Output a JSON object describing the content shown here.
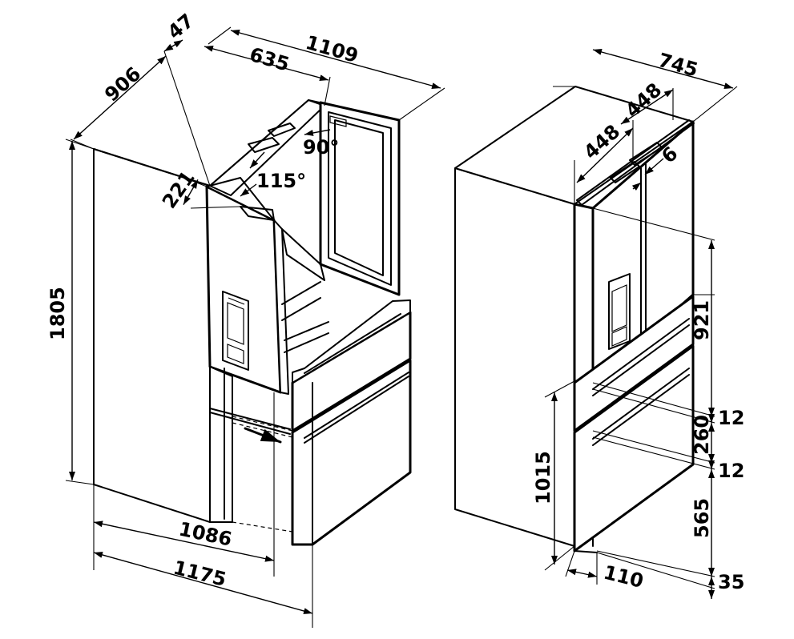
{
  "diagram": {
    "left_view": {
      "dims": {
        "depth_door_open": "906",
        "door_offset": "47",
        "depth_total": "1109",
        "door_width": "635",
        "door_angle_90": "90°",
        "door_angle_115": "115°",
        "door_thickness": "221",
        "height": "1805",
        "width_1086": "1086",
        "width_1175": "1175"
      }
    },
    "right_view": {
      "dims": {
        "width_total": "745",
        "door_width_left": "448",
        "door_width_right": "448",
        "gap": "6",
        "upper_height": "921",
        "gap_upper": "12",
        "drawer_height": "260",
        "gap_lower": "12",
        "lower_height": "565",
        "plinth": "35",
        "base_height": "1015",
        "base_depth": "110"
      }
    }
  },
  "colors": {
    "stroke": "#000000",
    "background": "#ffffff"
  }
}
